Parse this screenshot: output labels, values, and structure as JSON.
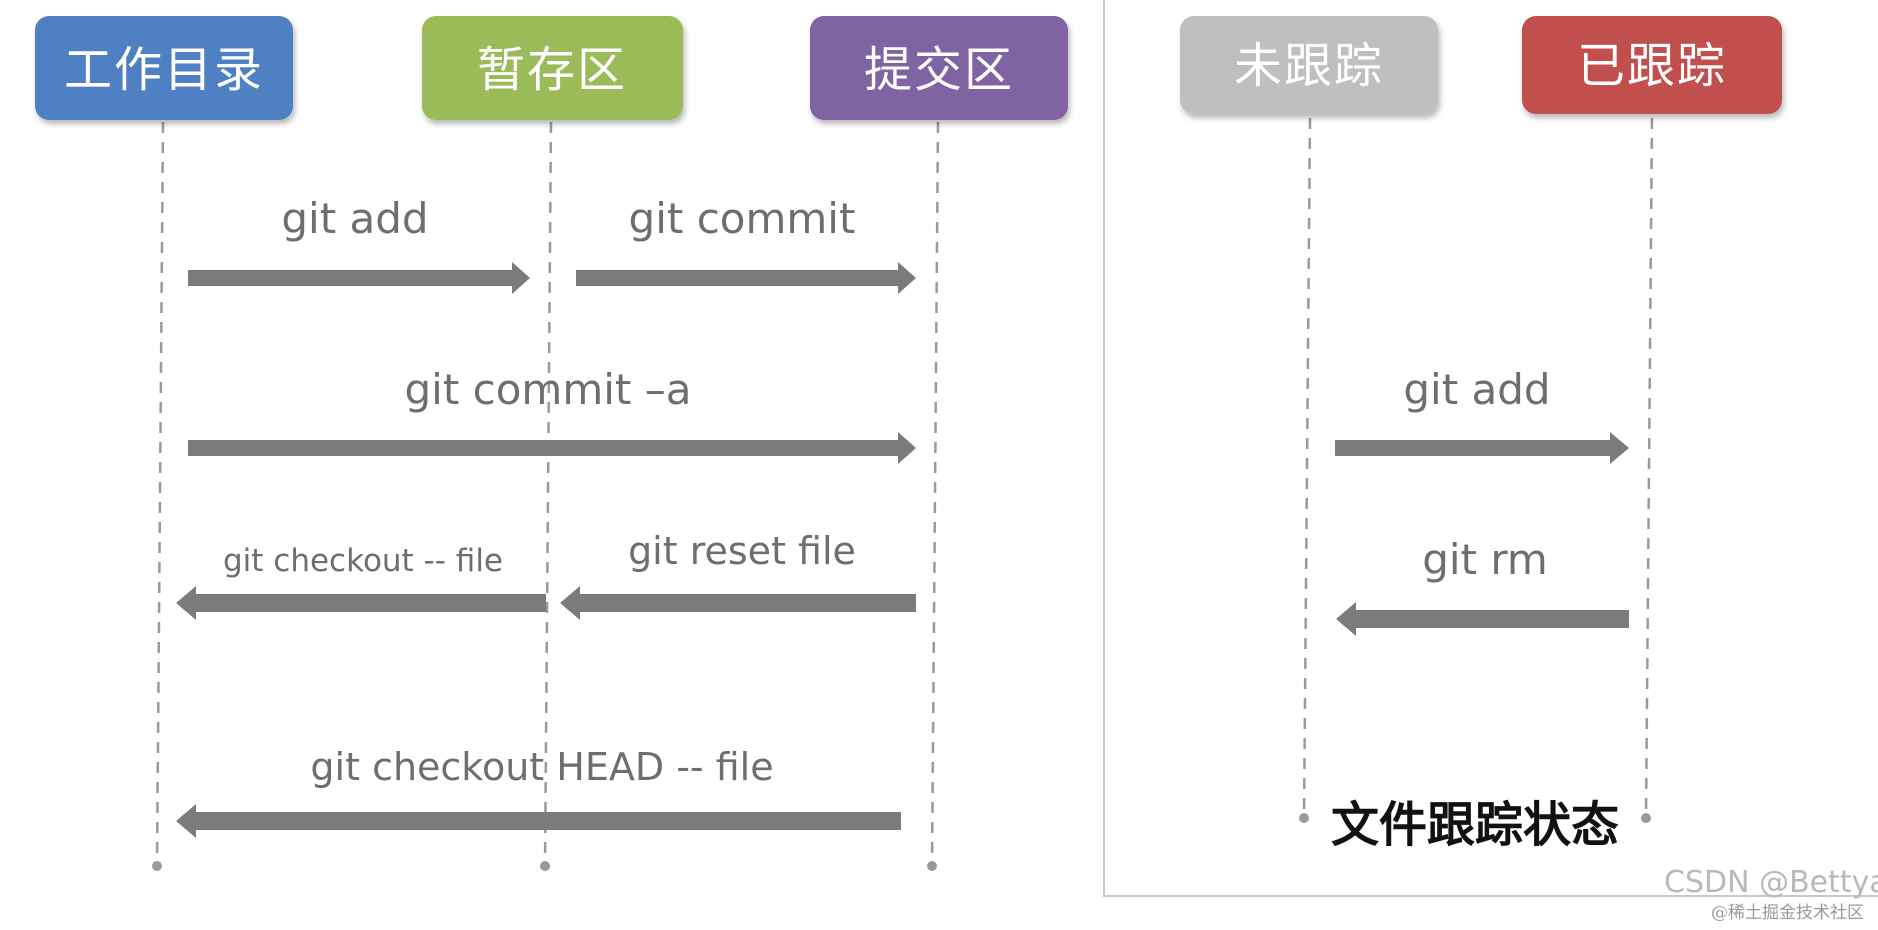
{
  "left_panel": {
    "stages": [
      {
        "label": "工作目录",
        "color": "#4f80c4"
      },
      {
        "label": "暂存区",
        "color": "#9bbb59"
      },
      {
        "label": "提交区",
        "color": "#8064a2"
      }
    ],
    "commands": {
      "git_add": "git add",
      "git_commit": "git commit",
      "git_commit_a": "git commit –a",
      "git_checkout_file": "git checkout -- file",
      "git_reset_file": "git reset file",
      "git_checkout_head_file": "git checkout HEAD -- file"
    }
  },
  "right_panel": {
    "states": [
      {
        "label": "未跟踪",
        "color": "#bfbfbf"
      },
      {
        "label": "已跟踪",
        "color": "#c0504d"
      }
    ],
    "commands": {
      "git_add": "git add",
      "git_rm": "git rm"
    },
    "title": "文件跟踪状态"
  },
  "watermark": {
    "csdn": "CSDN @Bettyar",
    "juejin": "@稀土掘金技术社区"
  }
}
